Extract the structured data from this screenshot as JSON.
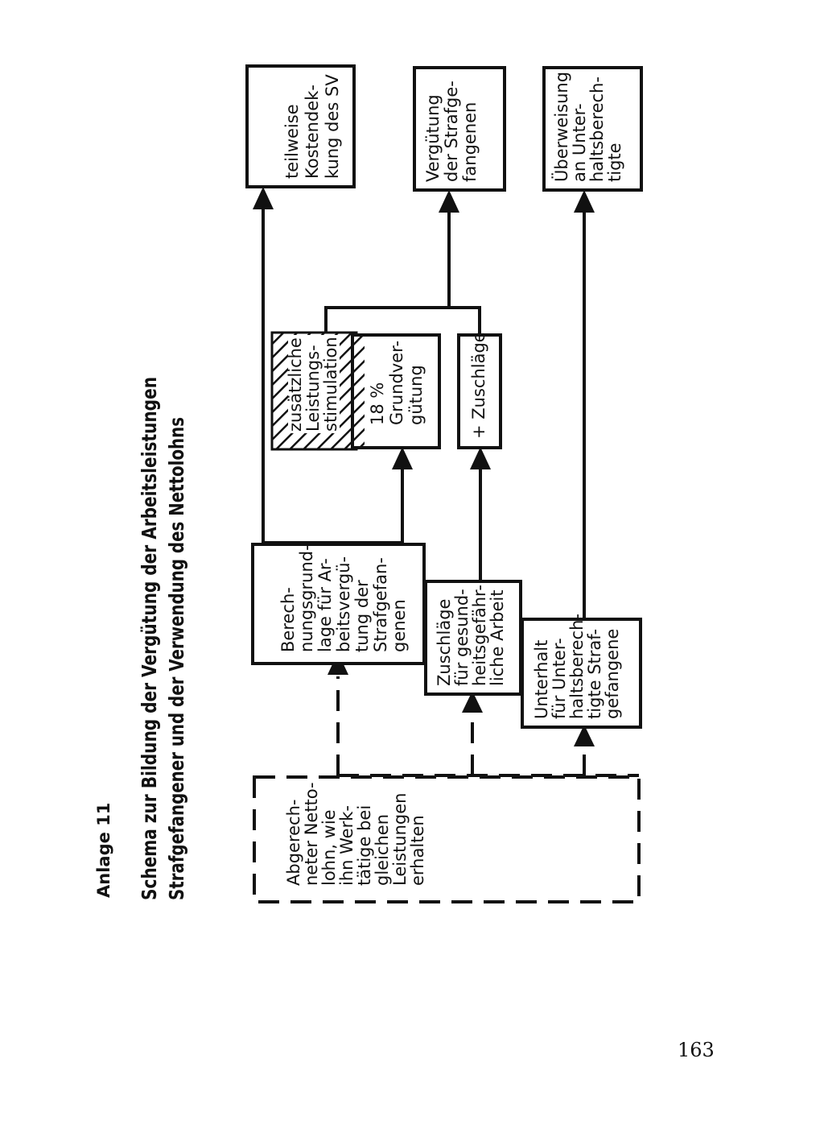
{
  "page": {
    "anlage": "Anlage 11",
    "title_line1": "Schema zur Bildung der Vergütung der Arbeitsleistungen",
    "title_line2": "Strafgefangener und der Verwendung des Nettolohns",
    "page_number": "163"
  },
  "boxes": {
    "netto": [
      "Abgerech-",
      "neter Netto-",
      "lohn, wie",
      "ihn Werk-",
      "tätige bei",
      "gleichen",
      "Leistungen",
      "erhalten"
    ],
    "berechnung": [
      "Berech-",
      "nungsgrund-",
      "lage für Ar-",
      "beitsvergü-",
      "tung der",
      "Strafgefan-",
      "genen"
    ],
    "zuschlaege_arbeit": [
      "Zuschläge",
      "für gesund-",
      "heitsgefähr-",
      "liche Arbeit"
    ],
    "unterhalt": [
      "Unterhalt",
      "für Unter-",
      "haltsberech-",
      "tigte Straf-",
      "gefangene"
    ],
    "zusaetzlich": [
      "zusätzliche",
      "Leistungs-",
      "stimulation"
    ],
    "grundverguetung": [
      "18 %",
      "Grundver-",
      "gütung"
    ],
    "plus_zuschlaege": [
      "+ Zuschläge"
    ],
    "kostendeckung": [
      "teilweise",
      "Kostendek-",
      "kung des SV"
    ],
    "verguetung": [
      "Vergütung",
      "der Strafge-",
      "fangenen"
    ],
    "ueberweisung": [
      "Überweisung",
      "an Unter-",
      "haltsberech-",
      "tigte"
    ]
  }
}
